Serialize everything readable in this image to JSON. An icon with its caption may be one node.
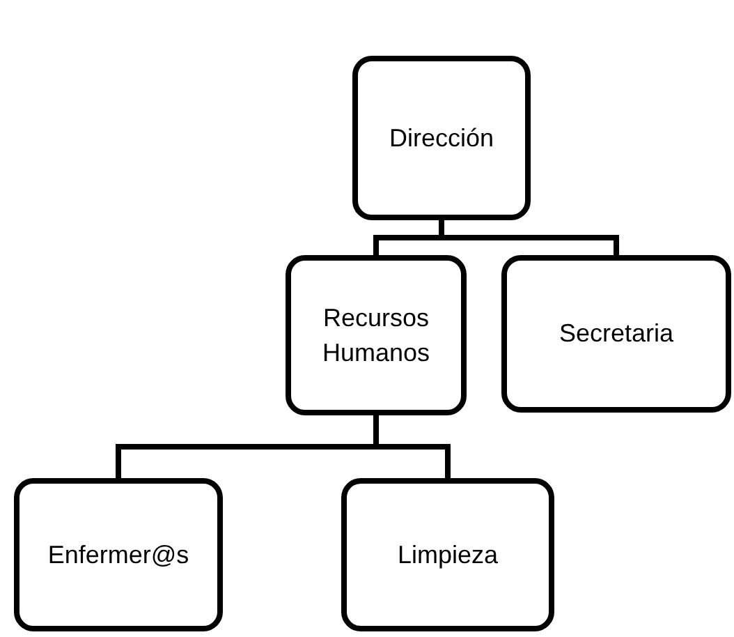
{
  "diagram": {
    "nodes": [
      {
        "text": [
          "Dirección"
        ]
      },
      {
        "text": [
          "Recursos Humanos"
        ]
      },
      {
        "text": [
          "Secretaria"
        ]
      },
      {
        "text": [
          "Enfermer@s"
        ]
      },
      {
        "text": [
          "Limpieza"
        ]
      }
    ],
    "edges": [
      {
        "from": 0,
        "to": 1,
        "arrow": "none"
      },
      {
        "from": 0,
        "to": 2,
        "arrow": "none"
      },
      {
        "from": 1,
        "to": 3,
        "arrow": "none"
      },
      {
        "from": 1,
        "to": 4,
        "arrow": "none"
      }
    ]
  }
}
